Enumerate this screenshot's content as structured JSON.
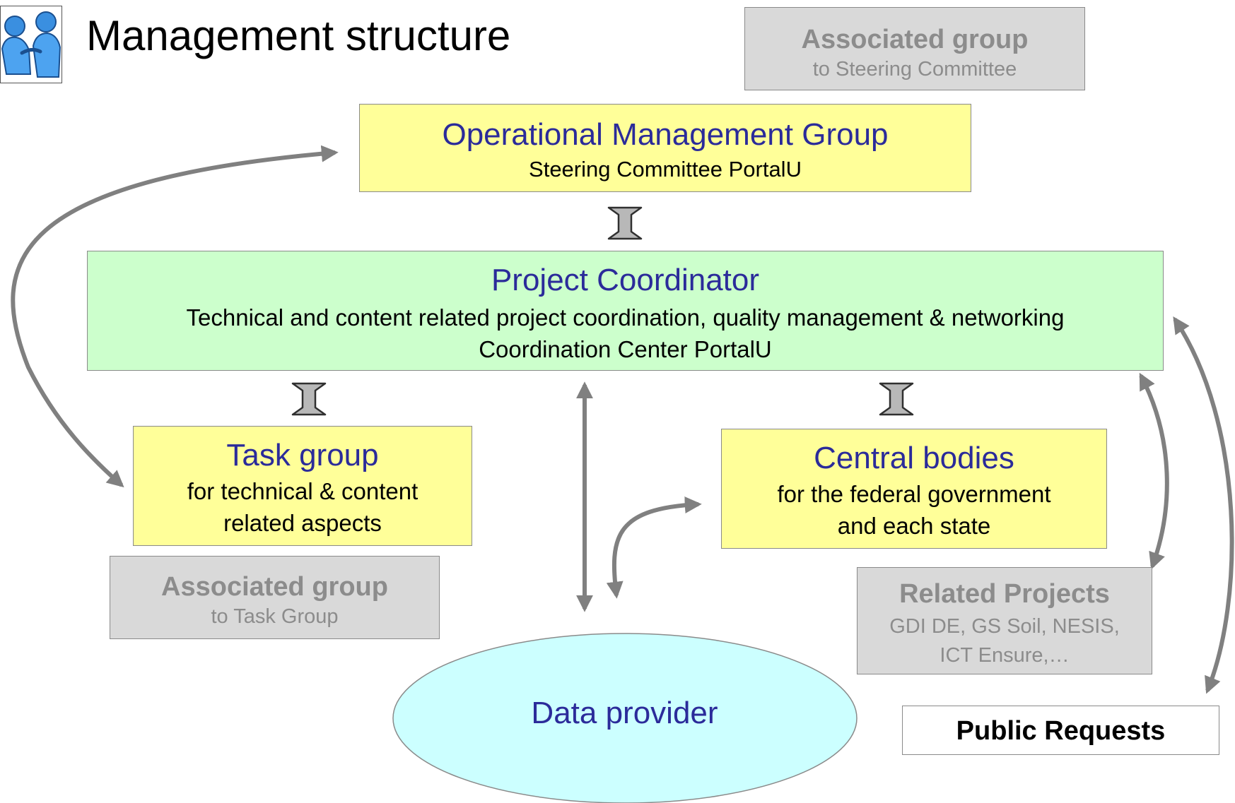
{
  "title": "Management structure",
  "associated_group_sc": {
    "heading": "Associated group",
    "sub": "to Steering Committee"
  },
  "operational_management_group": {
    "heading": "Operational Management Group",
    "sub": "Steering Committee PortalU"
  },
  "project_coordinator": {
    "heading": "Project Coordinator",
    "line1": "Technical and content related project coordination, quality management & networking",
    "line2": "Coordination Center PortalU"
  },
  "task_group": {
    "heading": "Task group",
    "line1": "for technical & content",
    "line2": "related aspects"
  },
  "central_bodies": {
    "heading": "Central bodies",
    "line1": "for the federal government",
    "line2": "and each state"
  },
  "associated_group_tg": {
    "heading": "Associated group",
    "sub": "to Task Group"
  },
  "related_projects": {
    "heading": "Related Projects",
    "line1": "GDI DE, GS Soil, NESIS,",
    "line2": "ICT Ensure,…"
  },
  "public_requests": {
    "heading": "Public Requests"
  },
  "data_provider": {
    "label": "Data provider"
  },
  "colors": {
    "yellow_box": "#ffff99",
    "green_box": "#ccffcc",
    "grey_box": "#d9d9d9",
    "ellipse": "#ccffff",
    "heading_blue": "#2b2b9a",
    "connector": "#808080"
  },
  "icons": {
    "logo": "two-people-handshake-icon"
  }
}
